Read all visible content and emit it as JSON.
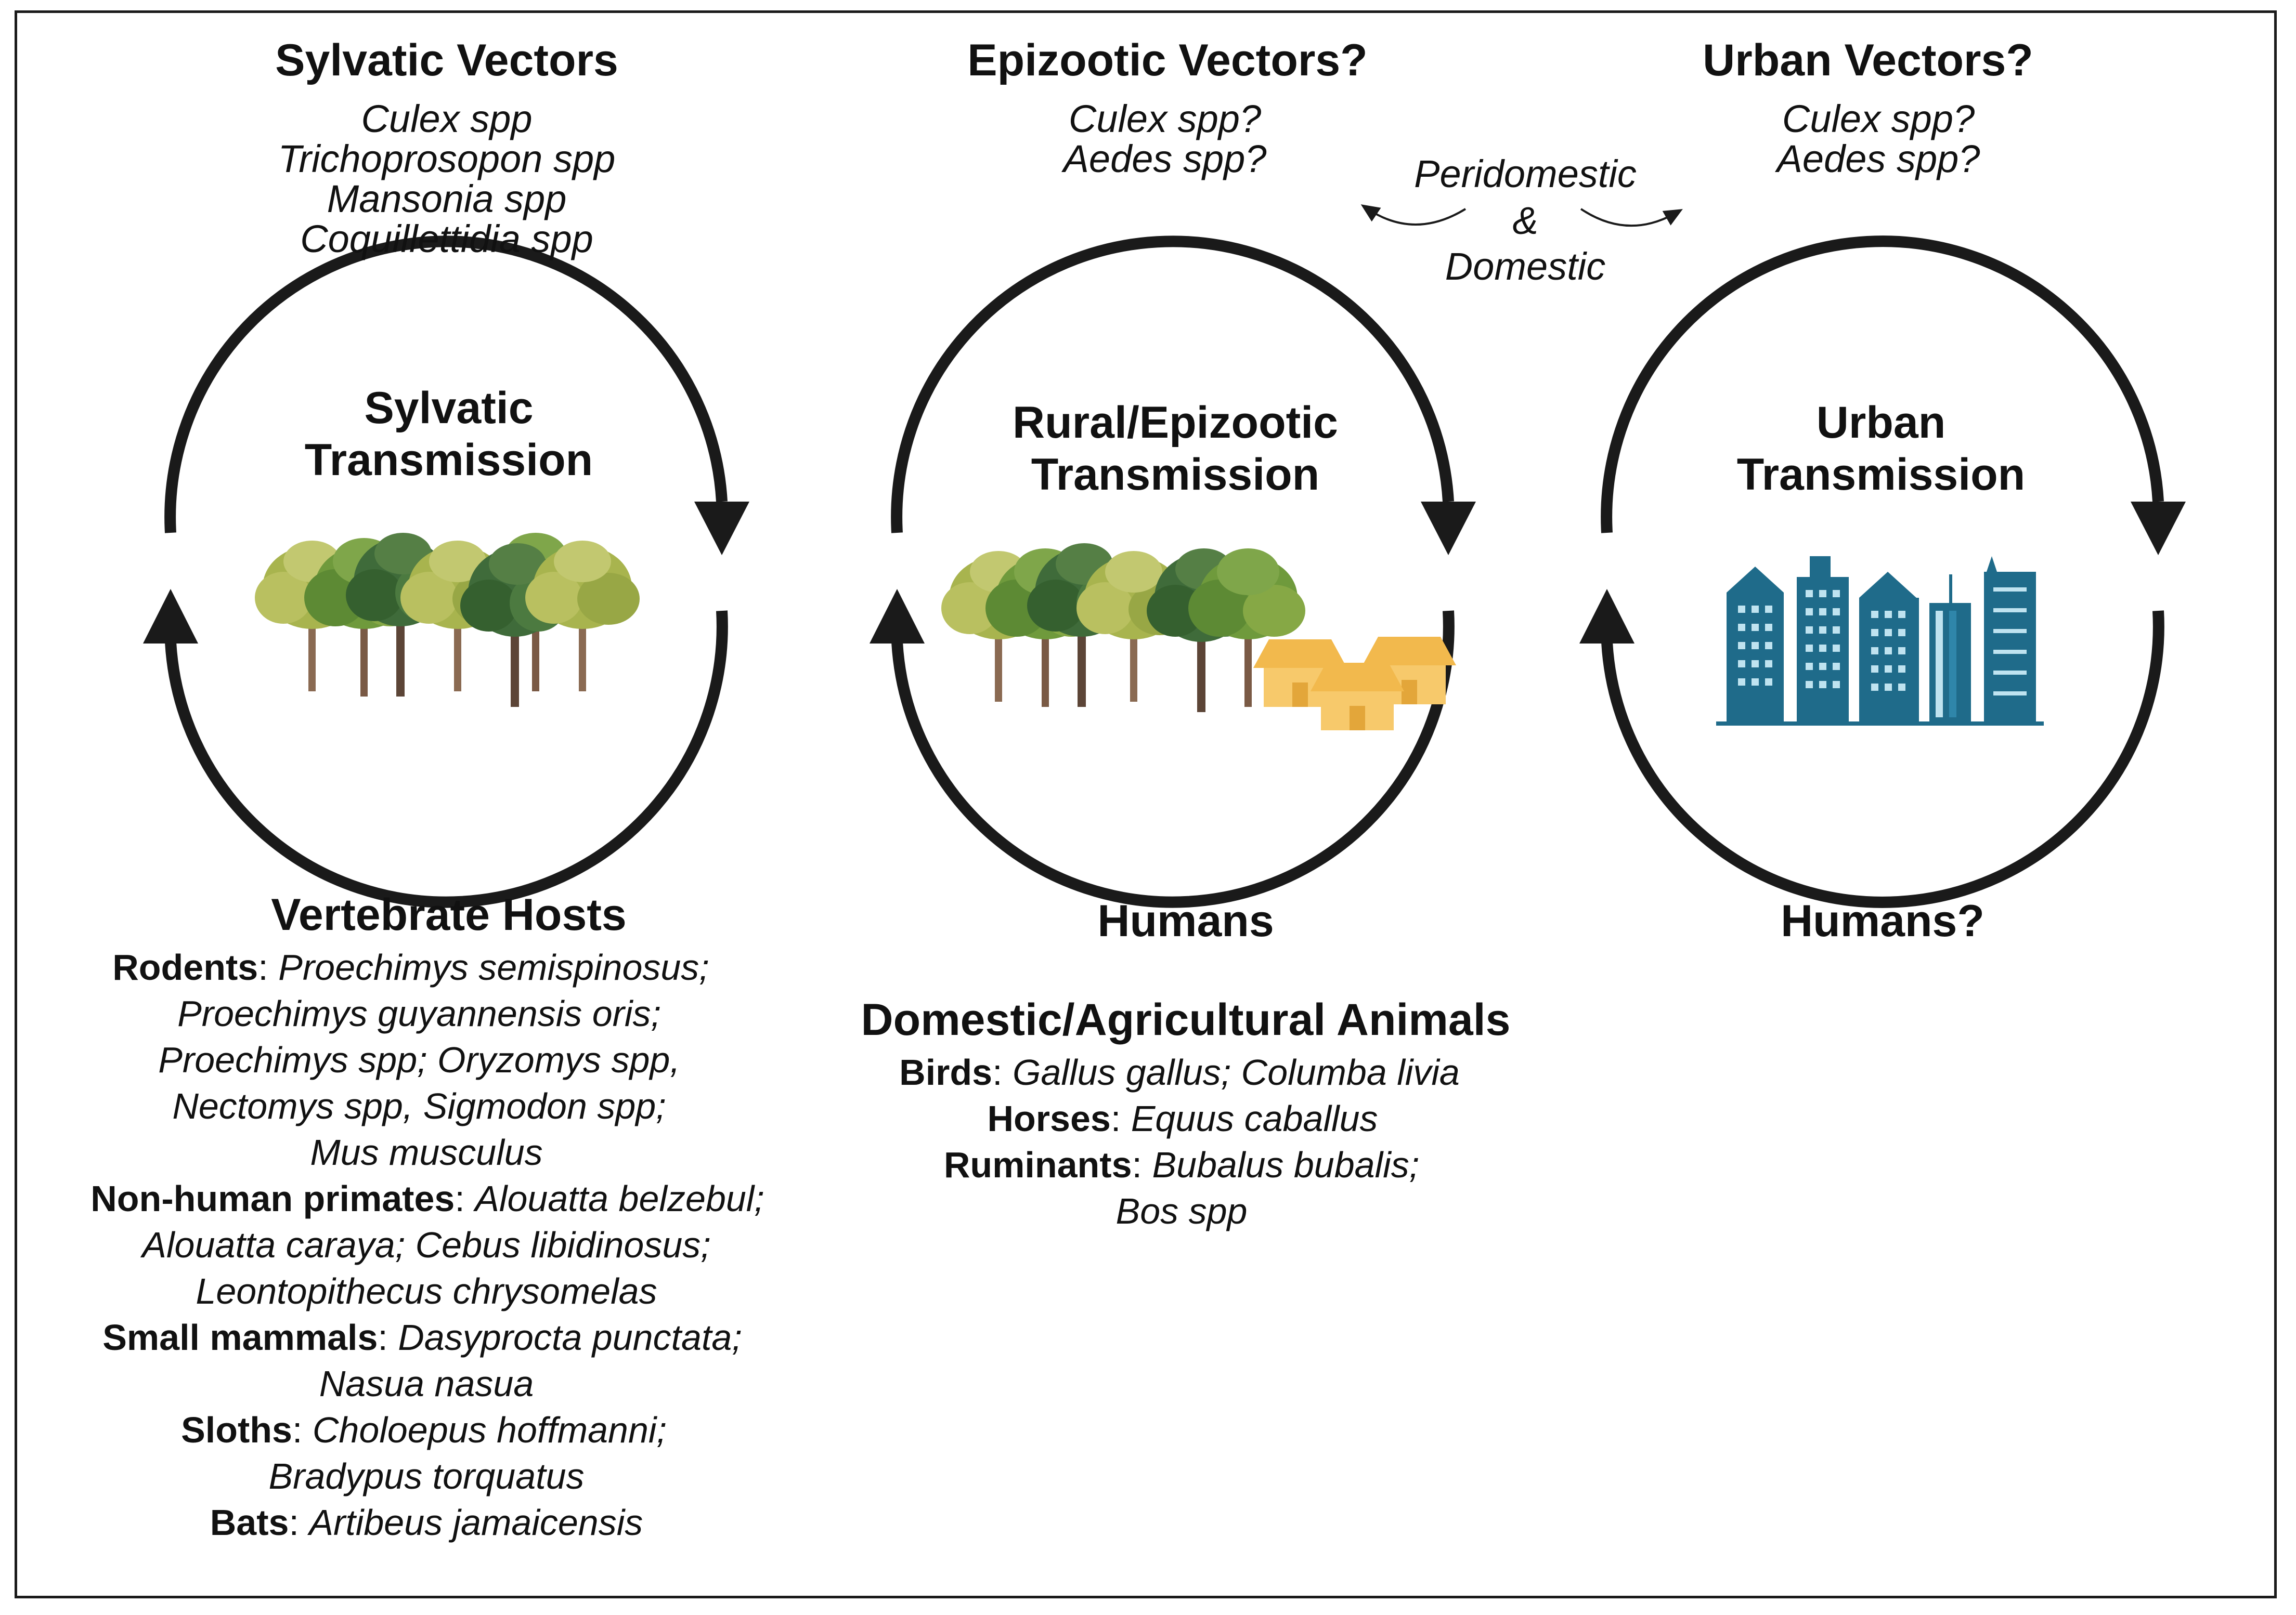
{
  "sylvatic": {
    "vectors_title": "Sylvatic Vectors",
    "vectors": [
      "Culex spp",
      "Trichoprosopon spp",
      "Mansonia spp",
      "Coquillettidia spp"
    ],
    "cycle_line1": "Sylvatic",
    "cycle_line2": "Transmission",
    "hosts_title": "Vertebrate Hosts",
    "hosts": {
      "rodents_label": "Rodents",
      "rodents_1": "Proechimys semispinosus;",
      "rodents_2": "Proechimys guyannensis oris;",
      "rodents_3": "Proechimys spp; Oryzomys spp,",
      "rodents_4": "Nectomys spp, Sigmodon spp;",
      "rodents_5": "Mus musculus",
      "primates_label": "Non-human primates",
      "primates_1": "Alouatta belzebul;",
      "primates_2": "Alouatta caraya;  Cebus libidinosus;",
      "primates_3": "Leontopithecus chrysomelas",
      "small_label": "Small mammals",
      "small_1": "Dasyprocta punctata;",
      "small_2": "Nasua nasua",
      "sloths_label": "Sloths",
      "sloths_1": "Choloepus hoffmanni;",
      "sloths_2": "Bradypus torquatus",
      "bats_label": "Bats",
      "bats_1": "Artibeus jamaicensis"
    }
  },
  "epizootic": {
    "vectors_title": "Epizootic Vectors?",
    "vectors": [
      "Culex spp?",
      "Aedes spp?"
    ],
    "cycle_line1": "Rural/Epizootic",
    "cycle_line2": "Transmission",
    "humans": "Humans",
    "animals_title": "Domestic/Agricultural Animals",
    "animals": {
      "birds_label": "Birds",
      "birds_1": "Gallus gallus; Columba livia",
      "horses_label": "Horses",
      "horses_1": " Equus caballus",
      "ruminants_label": "Ruminants",
      "ruminants_1": "Bubalus bubalis;",
      "ruminants_2": "Bos spp"
    }
  },
  "urban": {
    "vectors_title": "Urban Vectors?",
    "vectors": [
      "Culex spp?",
      "Aedes spp?"
    ],
    "cycle_line1": "Urban",
    "cycle_line2": "Transmission",
    "humans": "Humans?"
  },
  "link": {
    "line1": "Peridomestic",
    "line2": "&",
    "line3": "Domestic"
  },
  "colors": {
    "outline": "#1a1a1a",
    "building": "#1f6b8a",
    "building_window": "#bfe3f0",
    "house": "#f7c96b",
    "tree_dark": "#3f6b3a",
    "tree_mid": "#6f9a3c",
    "tree_light": "#a8b44e",
    "trunk": "#7a5a45"
  }
}
